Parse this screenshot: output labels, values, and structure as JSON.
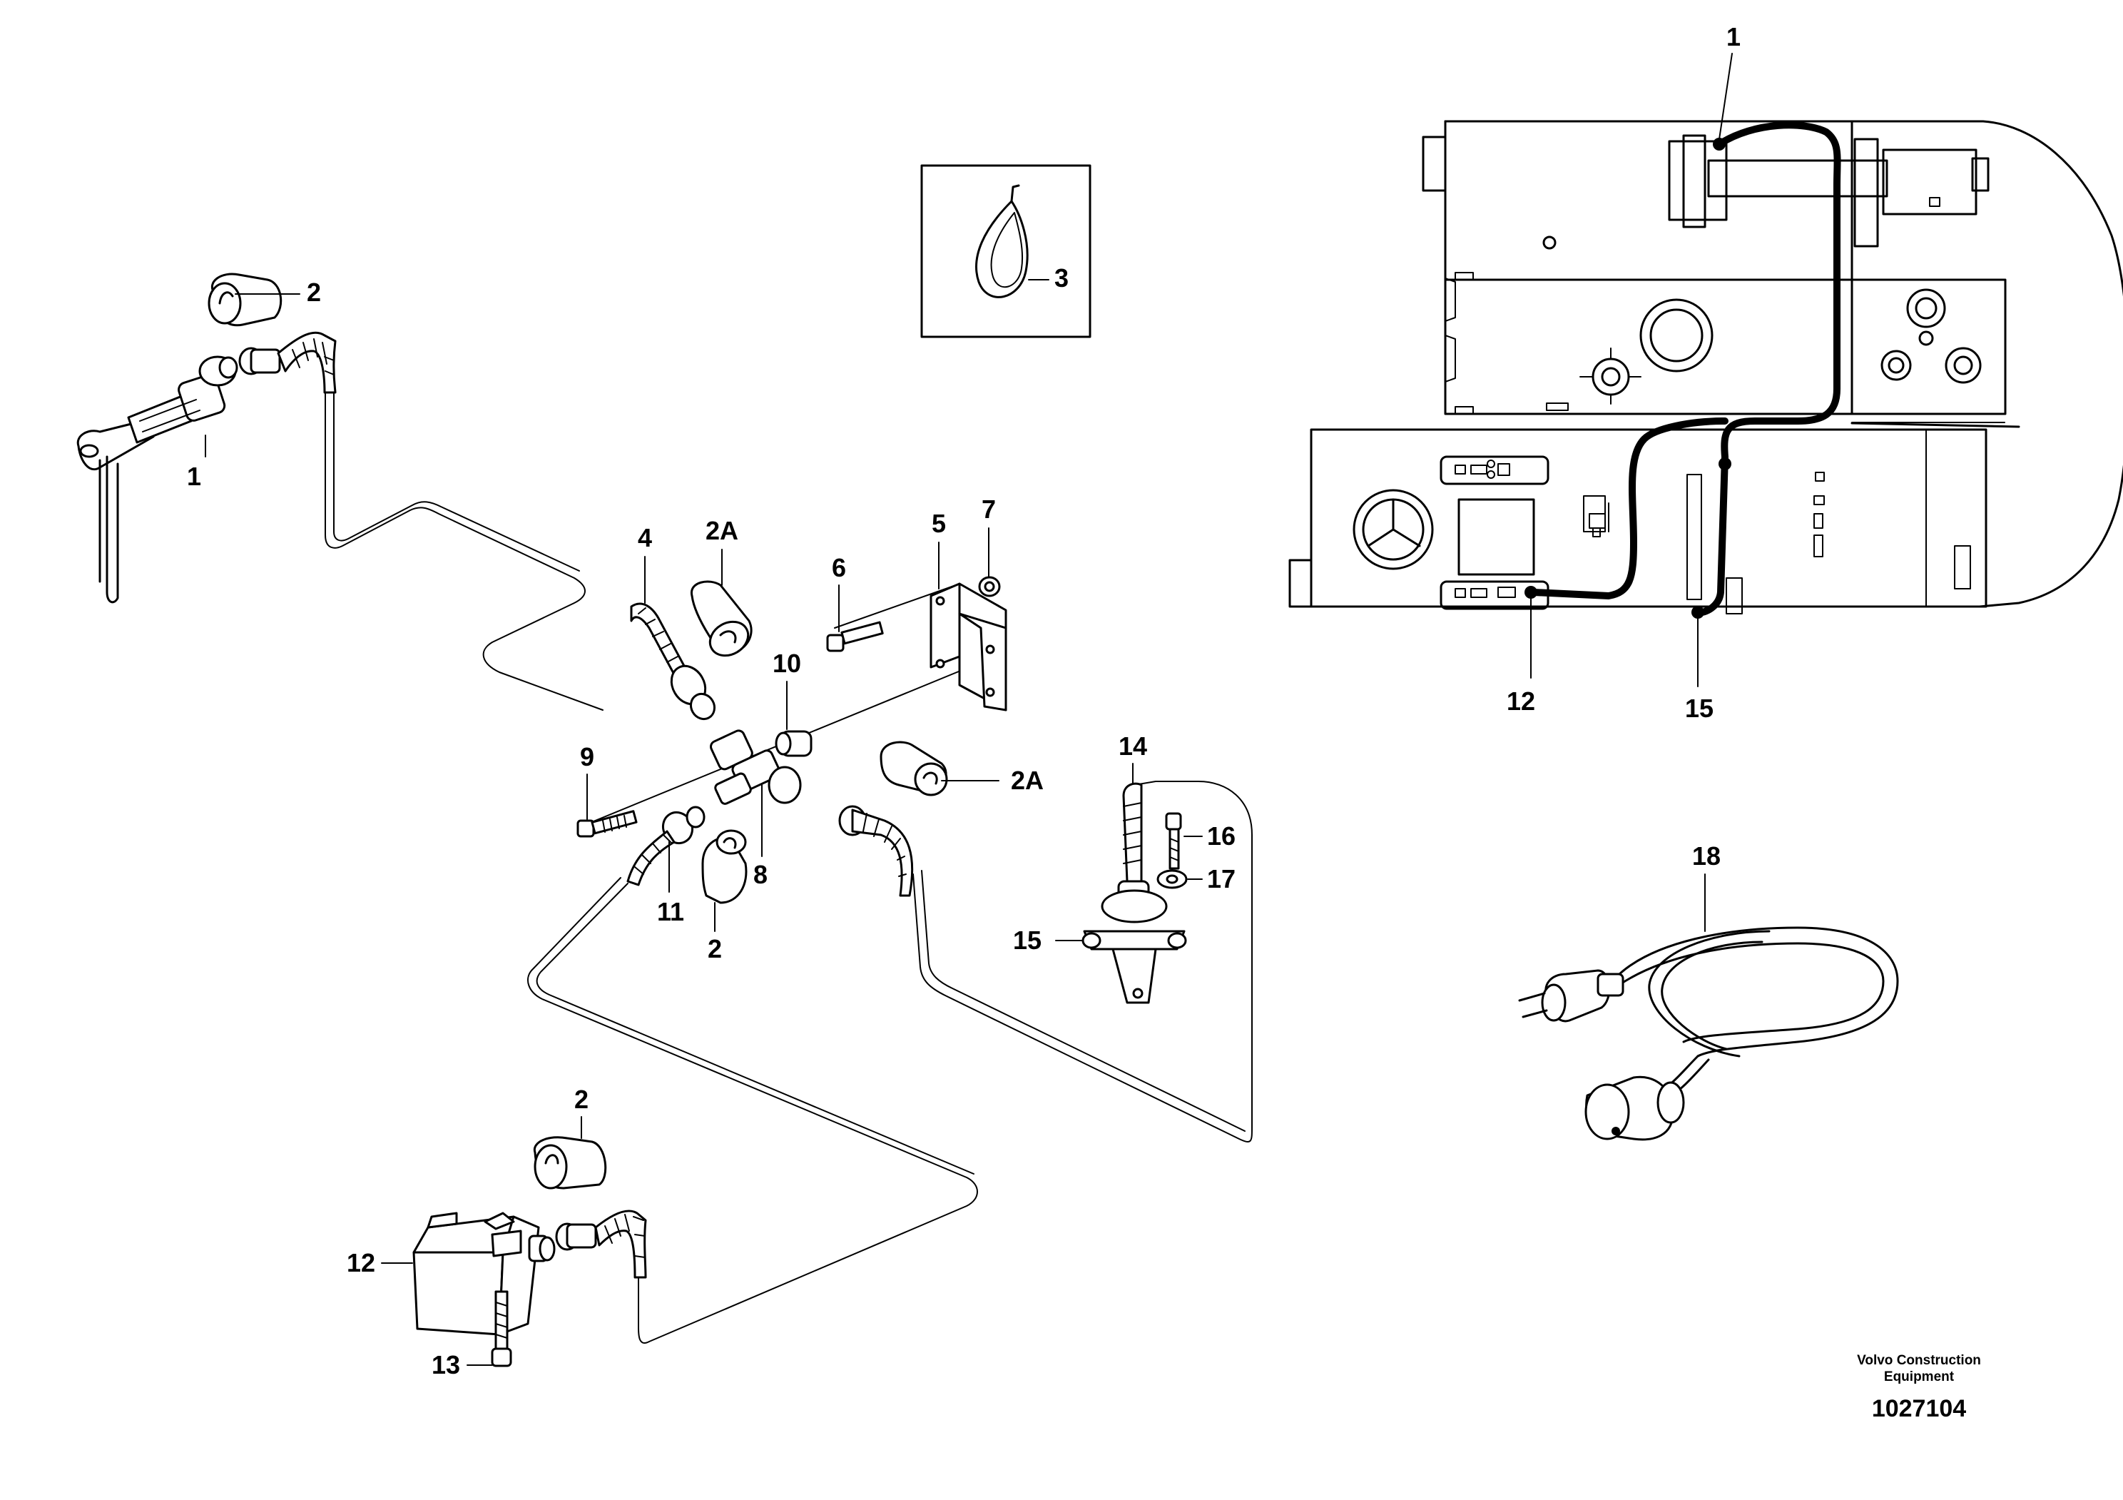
{
  "callouts": {
    "c1_left": "1",
    "c2_top": "2",
    "c3": "3",
    "c4": "4",
    "c2a_top": "2A",
    "c5": "5",
    "c6": "6",
    "c7": "7",
    "c10": "10",
    "c9": "9",
    "c2a_right": "2A",
    "c11": "11",
    "c8": "8",
    "c2_mid": "2",
    "c14": "14",
    "c16": "16",
    "c17": "17",
    "c15_left": "15",
    "c2_bottom": "2",
    "c12_left": "12",
    "c13": "13",
    "c1_right": "1",
    "c12_right": "12",
    "c15_right": "15",
    "c18": "18"
  },
  "footer": {
    "company_line1": "Volvo Construction",
    "company_line2": "Equipment",
    "doc_number": "1027104"
  }
}
